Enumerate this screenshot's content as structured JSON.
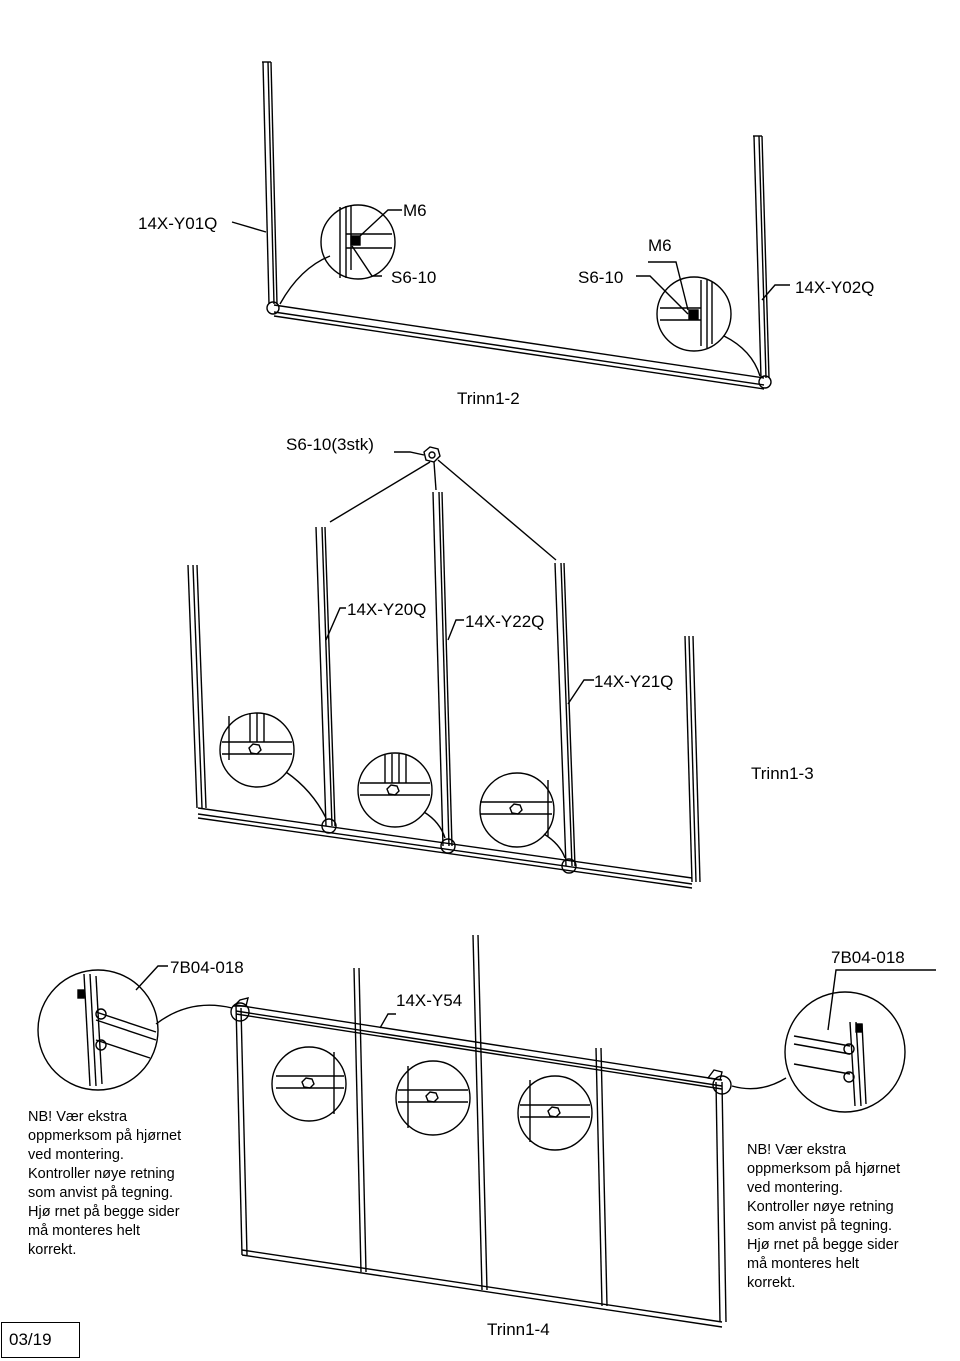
{
  "labels": {
    "p_14x_y01q": "14X-Y01Q",
    "m6_left": "M6",
    "s610_left": "S6-10",
    "s610_right": "S6-10",
    "m6_right": "M6",
    "p_14x_y02q": "14X-Y02Q",
    "step_1_2": "Trinn1-2",
    "s610_3stk": "S6-10(3stk)",
    "p_14x_y20q": "14X-Y20Q",
    "p_14x_y22q": "14X-Y22Q",
    "p_14x_y21q": "14X-Y21Q",
    "step_1_3": "Trinn1-3",
    "p_7b04_018_left": "7B04-018",
    "p_7b04_018_right": "7B04-018",
    "p_14x_y54": "14X-Y54",
    "step_1_4": "Trinn1-4"
  },
  "note_left": [
    "NB! Vær ekstra",
    "oppmerksom på  hjørnet",
    "ved montering.",
    "Kontroller nøye  retning",
    "som anvist på  tegning.",
    "Hjø rnet på  begge sider",
    "må  monteres helt",
    "korrekt."
  ],
  "note_right": [
    "NB! Vær ekstra",
    "oppmerksom på  hjørnet",
    "ved montering.",
    "Kontroller nøye  retning",
    "som anvist på  tegning.",
    "Hjø rnet på  begge sider",
    "må  monteres helt",
    "korrekt."
  ],
  "page_number": "03/19"
}
